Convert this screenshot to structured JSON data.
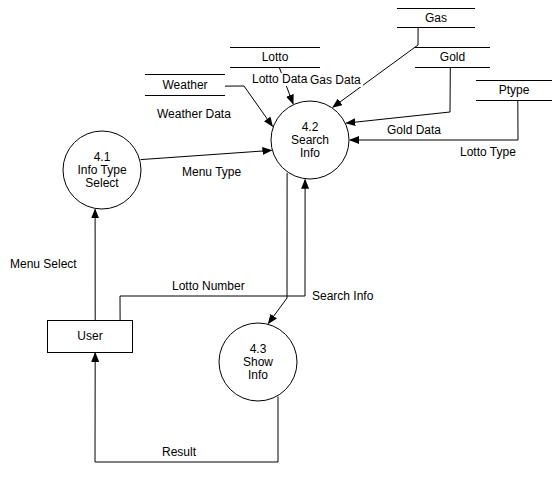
{
  "diagram": {
    "nodes": [
      {
        "text": [
          "Gas"
        ]
      },
      {
        "text": [
          "Lotto"
        ]
      },
      {
        "text": [
          "Gold"
        ]
      },
      {
        "text": [
          "Weather"
        ]
      },
      {
        "text": [
          "Ptype"
        ]
      },
      {
        "text": [
          "4.1",
          "Info Type Select"
        ]
      },
      {
        "text": [
          "4.2",
          "Search Info"
        ]
      },
      {
        "text": [
          "User"
        ]
      },
      {
        "text": [
          "4.3",
          "Show Info"
        ]
      }
    ],
    "edges": [
      {
        "from": 1,
        "to": 6,
        "label": "Lotto Data",
        "arrow": "to"
      },
      {
        "from": 0,
        "to": 6,
        "label": "Gas Data",
        "arrow": "to"
      },
      {
        "from": 2,
        "to": 6,
        "label": "Gold Data",
        "arrow": "to"
      },
      {
        "from": 3,
        "to": 6,
        "label": "Weather Data",
        "arrow": "to"
      },
      {
        "from": 4,
        "to": 6,
        "label": "Lotto Type",
        "arrow": "to"
      },
      {
        "from": 5,
        "to": 6,
        "label": "Menu Type",
        "arrow": "to"
      },
      {
        "from": 7,
        "to": 5,
        "label": "Menu Select",
        "arrow": "to"
      },
      {
        "from": 7,
        "to": 6,
        "label": "Lotto Number",
        "arrow": "to"
      },
      {
        "from": 6,
        "to": 8,
        "label": "Search Info",
        "arrow": "to"
      },
      {
        "from": 8,
        "to": 7,
        "label": "Result",
        "arrow": "to"
      }
    ]
  }
}
